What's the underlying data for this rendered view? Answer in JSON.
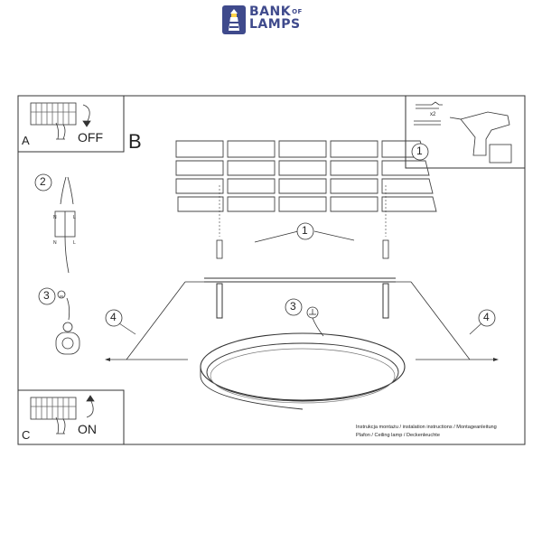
{
  "brand": {
    "line1": "BANK",
    "of": "OF",
    "line2": "LAMPS",
    "color": "#3f4a8c"
  },
  "panels": {
    "a": {
      "letter": "A",
      "action": "OFF"
    },
    "b": {
      "letter": "B"
    },
    "c": {
      "letter": "C",
      "action": "ON"
    }
  },
  "callouts": {
    "tools_step": "1",
    "anchor_step": "1",
    "wiring_step": "2",
    "ground_side": "3",
    "ground_main": "3",
    "clip_left": "4",
    "clip_right": "4",
    "screws_qty": "x2"
  },
  "captions": {
    "line1": "Instrukcja montażu / instalation instructions / Montageanleitung",
    "line2": "Plafon / Ceiling lamp / Deckenleuchte"
  },
  "wire_labels": {
    "n_top": "N",
    "l_top": "L",
    "n_bottom": "N",
    "l_bottom": "L"
  }
}
